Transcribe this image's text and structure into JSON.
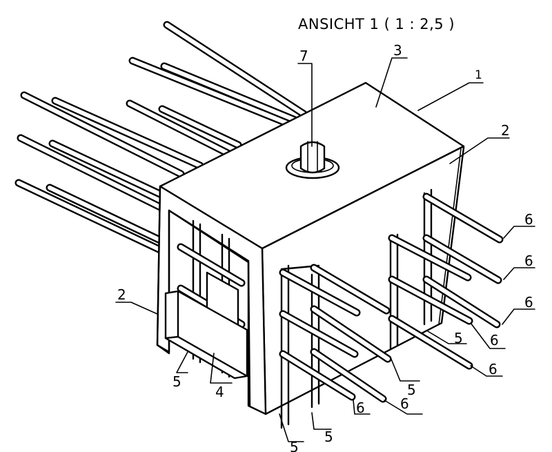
{
  "title": "ANSICHT 1 ( 1 : 2,5 )",
  "labels": {
    "l1": "1",
    "l2_top": "2",
    "l2_left": "2",
    "l3": "3",
    "l4": "4",
    "l5_a": "5",
    "l5_b": "5",
    "l5_c": "5",
    "l5_d": "5",
    "l5_e": "5",
    "l6_a": "6",
    "l6_b": "6",
    "l6_c": "6",
    "l6_d": "6",
    "l6_e": "6",
    "l6_f": "6",
    "l6_g": "6",
    "l7": "7"
  }
}
